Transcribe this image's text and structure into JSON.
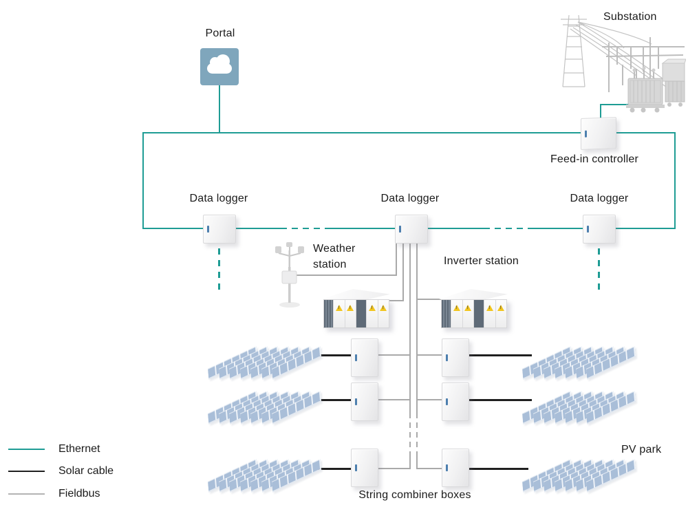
{
  "nodes": {
    "portal": {
      "label": "Portal"
    },
    "substation": {
      "label": "Substation"
    },
    "feed_in_controller": {
      "label": "Feed-in controller"
    },
    "data_loggers": [
      "Data logger",
      "Data logger",
      "Data logger"
    ],
    "weather_station": {
      "label": "Weather station"
    },
    "inverter_station": {
      "label": "Inverter station"
    },
    "pv_park": {
      "label": "PV park"
    },
    "string_combiner_boxes": {
      "label": "String combiner boxes"
    }
  },
  "legend": {
    "items": [
      {
        "label": "Ethernet",
        "color": "#1E9C94"
      },
      {
        "label": "Solar cable",
        "color": "#1F1F1F"
      },
      {
        "label": "Fieldbus",
        "color": "#ABABAB"
      }
    ]
  },
  "colors": {
    "ethernet": "#1E9C94",
    "solar_cable": "#1F1F1F",
    "fieldbus": "#ABABAB",
    "portal_box": "#7FA6BC",
    "panel_blue": "#A9BED8",
    "text": "#1A1A1A"
  }
}
